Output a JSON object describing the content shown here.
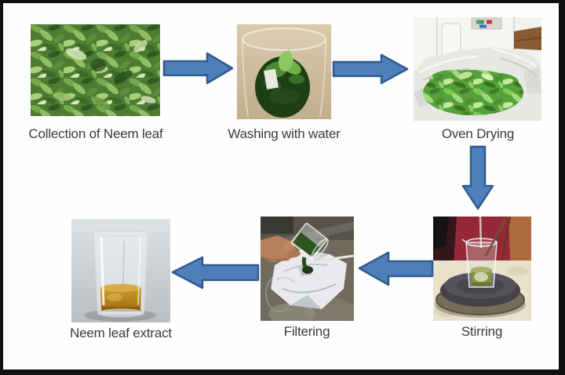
{
  "steps": [
    {
      "id": "collection",
      "label": "Collection of Neem leaf",
      "photo": "pile of fresh green neem leaves"
    },
    {
      "id": "washing",
      "label": "Washing with water",
      "photo": "neem leaves inside a glass beaker of water"
    },
    {
      "id": "oven-drying",
      "label": "Oven Drying",
      "photo": "washed leaves heaped on a white sack in front of an oven"
    },
    {
      "id": "stirring",
      "label": "Stirring",
      "photo": "beaker of green liquid on a stirrer hot plate"
    },
    {
      "id": "filtering",
      "label": "Filtering",
      "photo": "hand pouring green liquid through a white filter cloth"
    },
    {
      "id": "extract",
      "label": "Neem leaf extract",
      "photo": "beaker containing amber neem leaf extract"
    }
  ],
  "flow": [
    {
      "from": "Collection of Neem leaf",
      "to": "Washing with water",
      "direction": "right"
    },
    {
      "from": "Washing with water",
      "to": "Oven Drying",
      "direction": "right"
    },
    {
      "from": "Oven Drying",
      "to": "Stirring",
      "direction": "down"
    },
    {
      "from": "Stirring",
      "to": "Filtering",
      "direction": "left"
    },
    {
      "from": "Filtering",
      "to": "Neem leaf extract",
      "direction": "left"
    }
  ],
  "colors": {
    "arrow_fill": "#4e7fba",
    "arrow_stroke": "#2f5a8c",
    "caption_text": "#3a3a3a",
    "background": "#fefefe",
    "frame": "#101010"
  }
}
